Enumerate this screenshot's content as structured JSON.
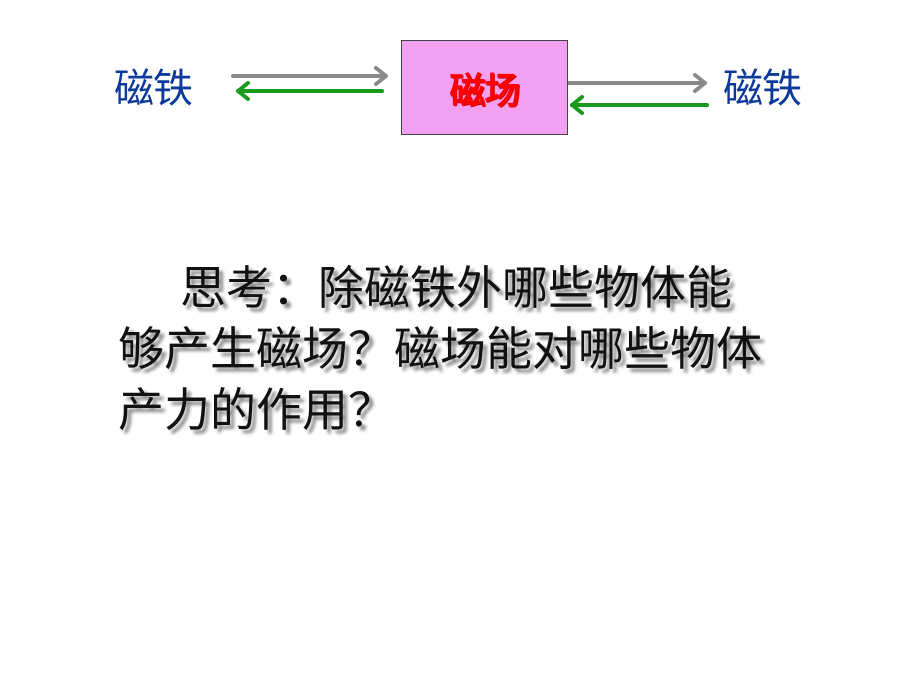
{
  "diagram": {
    "left_node": {
      "label": "磁铁",
      "color": "#0d3a9a"
    },
    "center_node": {
      "label": "磁场",
      "color": "#ff0000",
      "background": "#f4a0f2"
    },
    "right_node": {
      "label": "磁铁",
      "color": "#0d3a9a"
    },
    "arrow_colors": {
      "forward": "#8a8a8a",
      "backward": "#1a9a1a"
    }
  },
  "question": {
    "lines": [
      "思考：除磁铁外哪些物体能",
      "够产生磁场？磁场能对哪些物体",
      "产力的作用？"
    ]
  }
}
